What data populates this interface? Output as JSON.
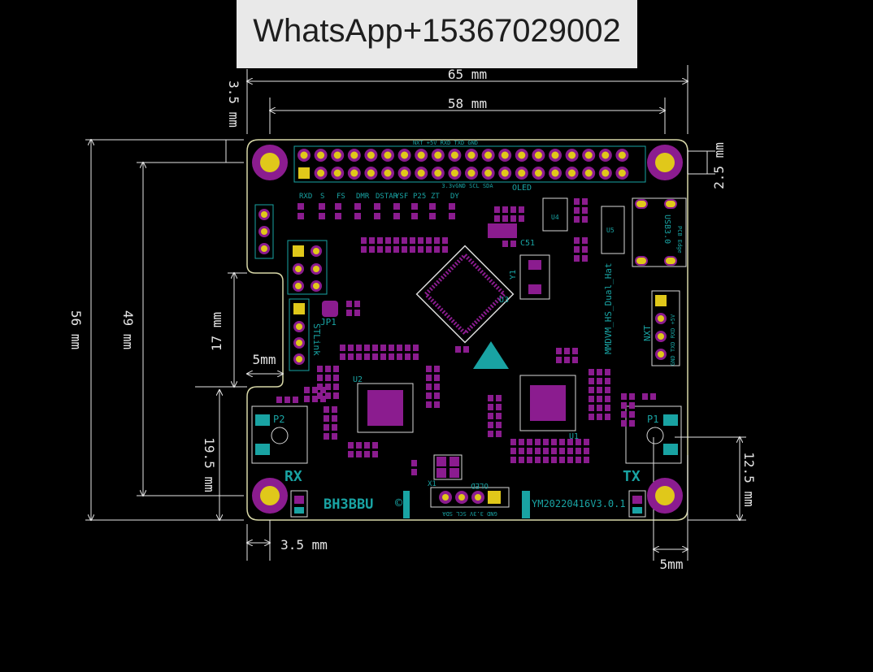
{
  "watermark": "WhatsApp+15367029002",
  "colors": {
    "background": "#000000",
    "board_outline": "#d8d8a8",
    "silkscreen": "#19a3a3",
    "copper_pad": "#e0c81a",
    "component_body": "#8b1c8f",
    "dimension_lines": "#e6e6e6"
  },
  "dimensions": {
    "width_65": "65 mm",
    "width_58": "58 mm",
    "top_offset": "3.5 mm",
    "hole_offset": "2.5 mm",
    "height_56": "56 mm",
    "height_49": "49 mm",
    "notch_17": "17 mm",
    "notch_depth": "5mm",
    "lower_19_5": "19.5 mm",
    "left_offset": "3.5 mm",
    "sma_12_5": "12.5 mm",
    "sma_5": "5mm"
  },
  "silkscreen": {
    "board_name": "BH3BBU",
    "version": "YM20220416V3.0.1",
    "project": "MMDVM_HS_Dual_Hat",
    "rx_label": "RX",
    "tx_label": "TX",
    "oled_label": "OLED",
    "oled_pins": "GND 3.3V SCL SDA",
    "oled_header_top": "OLED",
    "oled_pins_top": "3.3vGND SCL SDA",
    "nxt_label": "NXT",
    "nxt_pins": "GND TXD RXD +5V",
    "usb_label": "USB3.0",
    "pcb_edge": "PCB Edge",
    "header_label": "NXT +5V RXD TXD GND",
    "stlink": "STLink",
    "jp1": "JP1",
    "p1": "P1",
    "p2": "P2",
    "x1": "X1",
    "u1": "U1",
    "u2": "U2",
    "u3": "U3",
    "u4": "U4",
    "u5": "U5",
    "y1": "Y1",
    "c51": "C51",
    "led_labels": [
      "RXD",
      "S",
      "FS",
      "DMR",
      "DSTAR",
      "YSF",
      "P25",
      "ZT",
      "DY"
    ]
  }
}
